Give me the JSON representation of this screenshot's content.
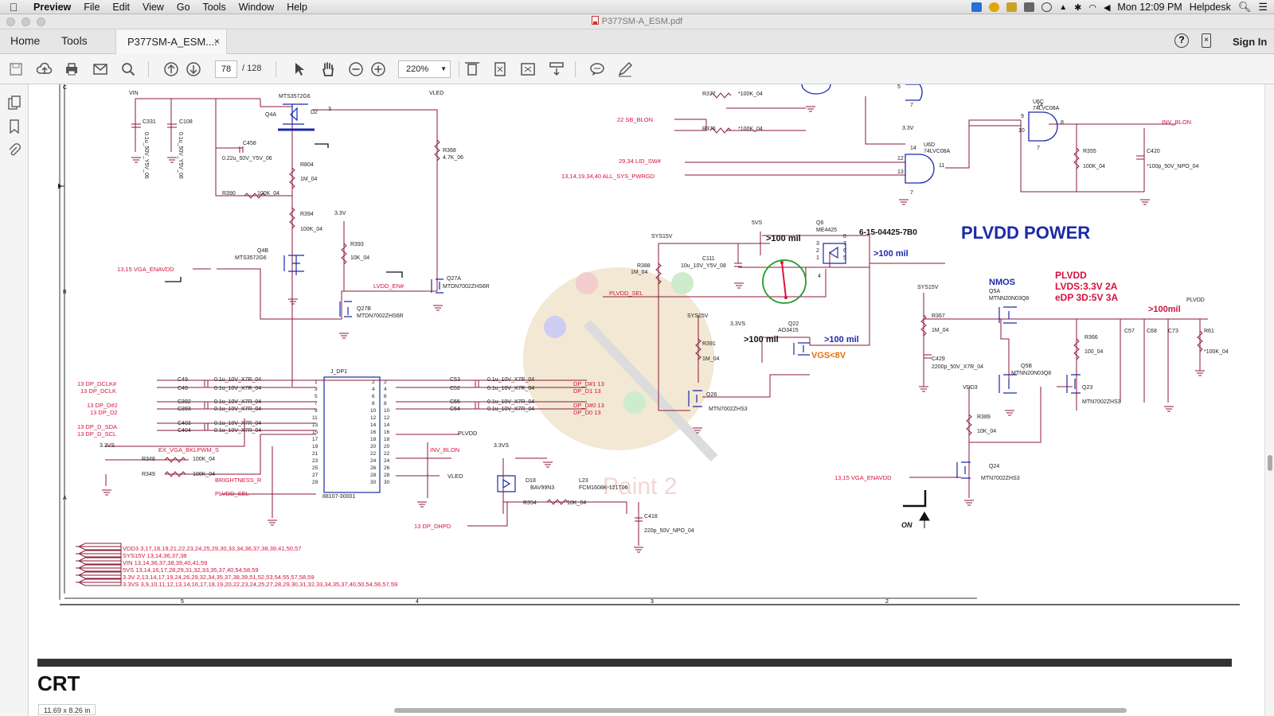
{
  "menubar": {
    "app": "Preview",
    "items": [
      "File",
      "Edit",
      "View",
      "Go",
      "Tools",
      "Window",
      "Help"
    ],
    "clock": "Mon 12:09 PM",
    "user": "Helpdesk"
  },
  "window": {
    "title": "P377SM-A_ESM.pdf"
  },
  "tabs": {
    "home": "Home",
    "tools": "Tools",
    "doc": "P377SM-A_ESM....",
    "close": "×",
    "signin": "Sign In"
  },
  "toolbar": {
    "page": "78",
    "total": "/  128",
    "zoom": "220%"
  },
  "statusbar": {
    "pagesize": "11.69 x 8.26 in"
  },
  "schematic": {
    "title": "PLVDD POWER",
    "partno": "6-15-04425-7B0",
    "plvdd_lines": [
      "PLVDD",
      "LVDS:3.3V  2A",
      "eDP  3D:5V  3A"
    ],
    "nmos": "NMOS",
    "on": "ON",
    "vgs": "VGS<8V",
    "mil": ">100 mil",
    "mil2": ">100mil",
    "crt": "CRT",
    "connector": "J_DP1",
    "connector_pn": "88107-30001",
    "power_legend": [
      "VDD3   3,17,18,19,21,22,23,24,25,29,30,33,34,36,37,38,39,41,50,57",
      "SYS15V   13,14,36,37,38",
      "VIN   13,14,36,37,38,39,40,41,59",
      "5VS   13,14,16,17,28,29,31,32,33,35,37,40,54,58,59",
      "3.3V   2,13,14,17,19,24,26,29,32,34,35,37,38,39,51,52,53,54,55,57,58,59",
      "3.3VS   3,9,10,11,12,13,14,16,17,18,19,20,22,23,24,25,27,28,29,30,31,32,33,34,35,37,40,50,54,56,57,59"
    ],
    "border_cols": [
      "5",
      "4",
      "3",
      "2"
    ],
    "border_rows": [
      "C",
      "B",
      "A"
    ]
  }
}
